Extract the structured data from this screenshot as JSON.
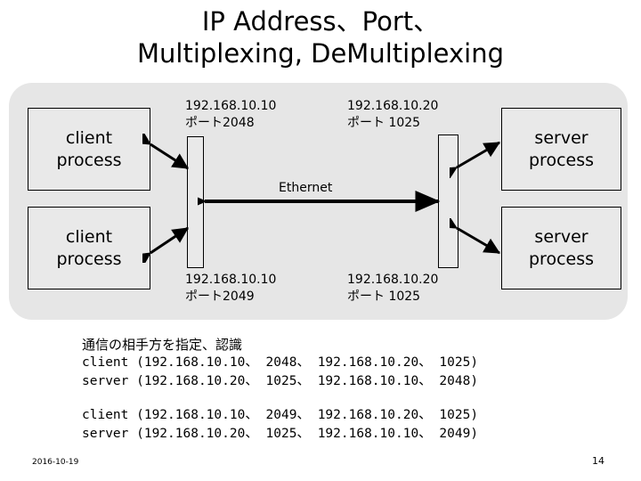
{
  "slide": {
    "title_line1": "IP Address、Port、",
    "title_line2": "Multiplexing, DeMultiplexing",
    "panel_color": "#e6e6e6",
    "box_fill_color": "#e9e9e9",
    "stroke_color": "#000000"
  },
  "diagram": {
    "client_boxes": [
      {
        "line1": "client",
        "line2": "process"
      },
      {
        "line1": "client",
        "line2": "process"
      }
    ],
    "server_boxes": [
      {
        "line1": "server",
        "line2": "process"
      },
      {
        "line1": "server",
        "line2": "process"
      }
    ],
    "labels": {
      "client_top_ip": "192.168.10.10",
      "client_top_port": "ポート2048",
      "server_top_ip": "192.168.10.20",
      "server_top_port": "ポート 1025",
      "client_bottom_ip": "192.168.10.10",
      "client_bottom_port": "ポート2049",
      "server_bottom_ip": "192.168.10.20",
      "server_bottom_port": "ポート 1025"
    },
    "link_label": "Ethernet"
  },
  "body": {
    "heading": "通信の相手方を指定、認識",
    "block1": [
      "client (192.168.10.10、 2048、 192.168.10.20、 1025)",
      "server (192.168.10.20、 1025、 192.168.10.10、 2048)"
    ],
    "block2": [
      "client (192.168.10.10、 2049、 192.168.10.20、 1025)",
      "server (192.168.10.20、 1025、 192.168.10.10、 2049)"
    ]
  },
  "footer": {
    "date": "2016-10-19",
    "page_number": "14"
  }
}
